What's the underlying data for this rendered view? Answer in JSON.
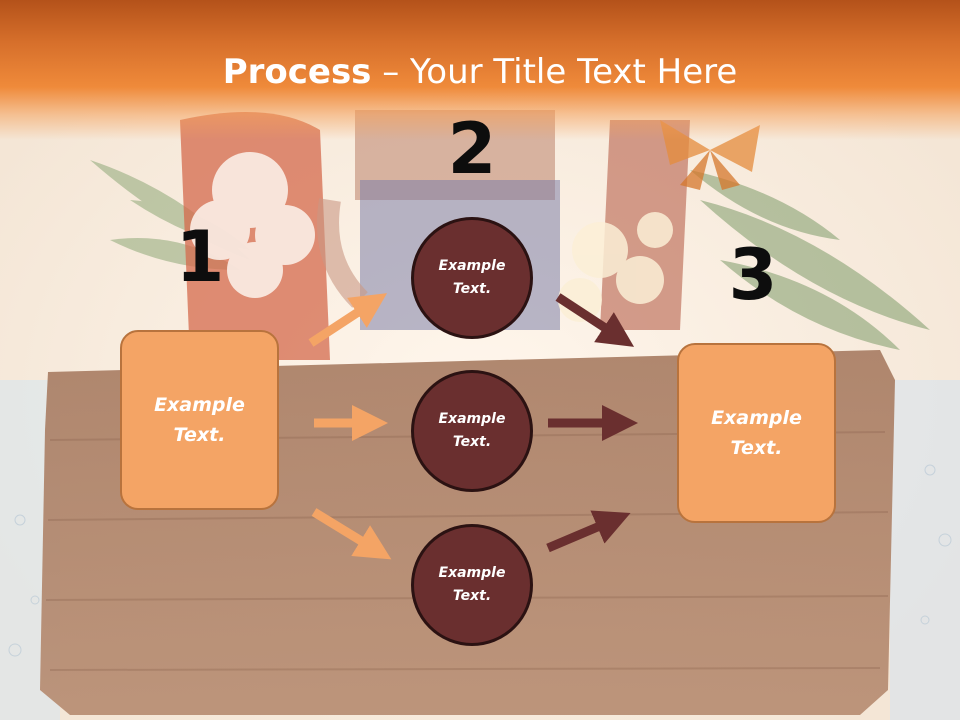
{
  "slide": {
    "title_bold": "Process",
    "title_rest": " – Your Title Text Here",
    "step_numbers": [
      "1",
      "2",
      "3"
    ],
    "left_box": "Example Text.",
    "right_box": "Example Text.",
    "circles": [
      "Example Text.",
      "Example Text.",
      "Example Text."
    ]
  },
  "colors": {
    "header_orange": "#e07a30",
    "box_fill": "#f4a465",
    "circle_fill": "#6a2f2f",
    "arrow_orange": "#f4a465",
    "arrow_dark": "#6a2f2f"
  }
}
